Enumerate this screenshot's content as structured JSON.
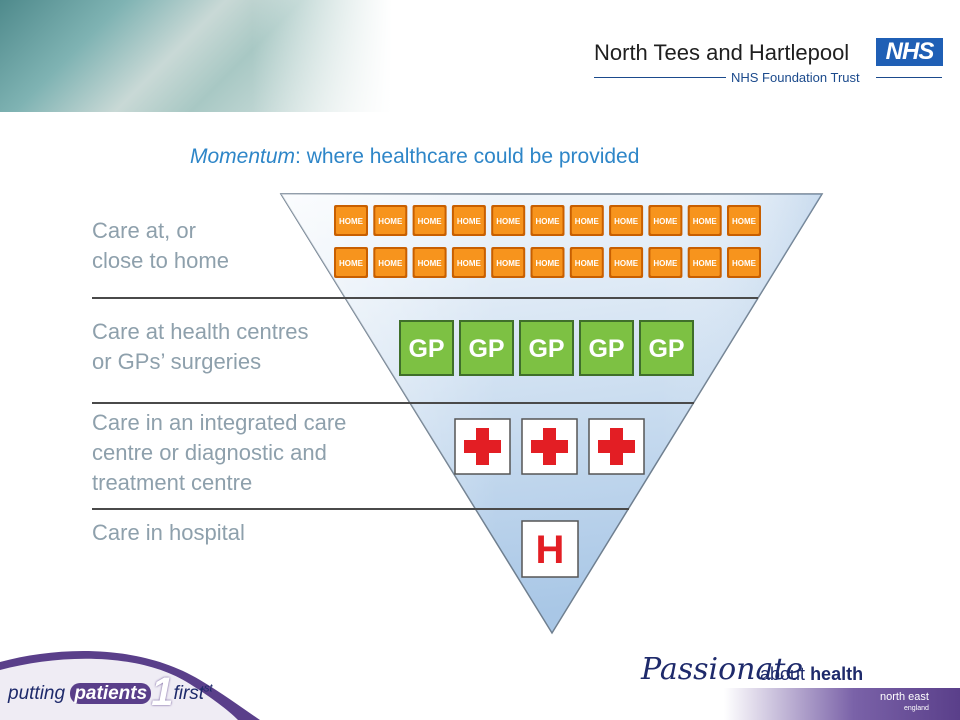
{
  "header": {
    "trust_name": "North Tees and Hartlepool",
    "trust_subtitle": "NHS Foundation Trust",
    "nhs_logo": "NHS"
  },
  "diagram": {
    "title_em": "Momentum",
    "title_rest": ": where healthcare could be provided",
    "rows": [
      {
        "label_lines": [
          "Care at, or",
          "close to home"
        ],
        "tile_text": "HOME",
        "tile_count": 22,
        "tile_color": "#f7941d"
      },
      {
        "label_lines": [
          "Care at health centres",
          "or GPs’ surgeries"
        ],
        "tile_text": "GP",
        "tile_count": 5,
        "tile_color": "#7dc143"
      },
      {
        "label_lines": [
          "Care in an integrated care",
          "centre or diagnostic and",
          "treatment centre"
        ],
        "tile_icon": "red-cross-icon",
        "tile_count": 3,
        "tile_color": "#e31e24"
      },
      {
        "label_lines": [
          "Care in hospital"
        ],
        "tile_text": "H",
        "tile_count": 1,
        "tile_color": "#e31e24"
      }
    ],
    "colors": {
      "pyramid_top": "#eef4fb",
      "pyramid_bottom": "#aecbe9",
      "label": "#8ea0ac",
      "title": "#2e86c8"
    }
  },
  "footer": {
    "slogan_pre": "putting",
    "slogan_mid": "patients",
    "slogan_one": "1",
    "slogan_post": "first",
    "slogan_sup": "st",
    "passionate": "Passionate",
    "about": "about",
    "health": "health",
    "region_1": "north east",
    "region_2": "england"
  }
}
